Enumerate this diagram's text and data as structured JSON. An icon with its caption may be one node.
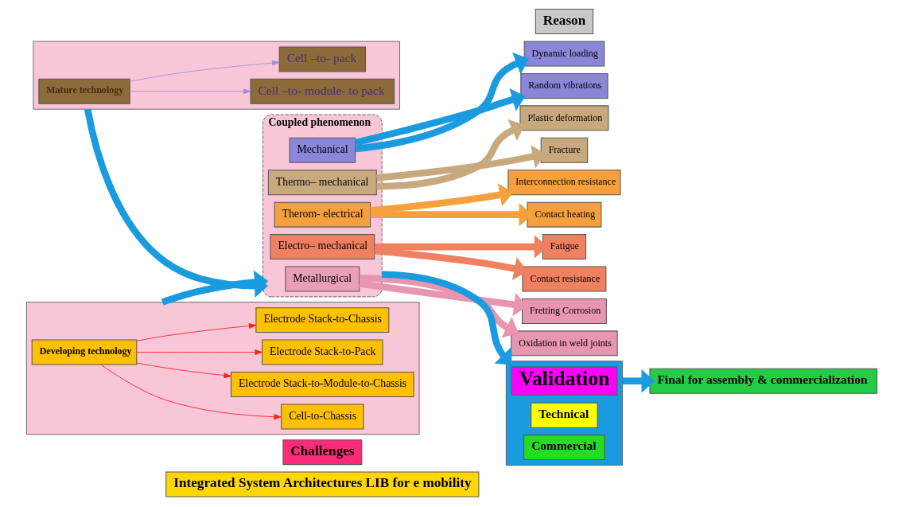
{
  "diagram": {
    "nodes": [
      {
        "text": [
          "Integrated System Architectures LIB for e mobility"
        ]
      },
      {
        "text": [
          "Challenges"
        ]
      },
      {
        "text": [
          "Reason"
        ]
      },
      {
        "text": [],
        "shape": "box"
      },
      {
        "text": [
          "Mature technology"
        ],
        "in": 3
      },
      {
        "text": [
          "Cell –to- module- to pack"
        ],
        "in": 3
      },
      {
        "text": [
          "Cell –to- pack"
        ],
        "in": 3
      },
      {
        "text": [],
        "shape": "box"
      },
      {
        "text": [
          "Developing technology"
        ],
        "in": 7
      },
      {
        "text": [
          "Cell-to-Chassis"
        ],
        "in": 7
      },
      {
        "text": [
          "Electrode Stack-to-Module-to-Chassis"
        ],
        "in": 7
      },
      {
        "text": [
          "Electrode Stack-to-Pack"
        ],
        "in": 7
      },
      {
        "text": [
          "Electrode Stack-to-Chassis"
        ],
        "in": 7
      },
      {
        "text": [
          "Coupled phenomenon"
        ]
      },
      {
        "text": [
          "Mechanical"
        ],
        "in": 13
      },
      {
        "text": [
          "Thermo– mechanical"
        ],
        "in": 13
      },
      {
        "text": [
          "Therom- electrical"
        ],
        "in": 13
      },
      {
        "text": [
          "Electro– mechanical"
        ],
        "in": 13
      },
      {
        "text": [
          "Metallurgical"
        ],
        "in": 13
      },
      {
        "text": [
          "Dynamic loading"
        ]
      },
      {
        "text": [
          "Random vibrations"
        ]
      },
      {
        "text": [
          "Plastic deformation"
        ]
      },
      {
        "text": [
          "Fracture"
        ]
      },
      {
        "text": [
          "Interconnection resistance"
        ]
      },
      {
        "text": [
          "Contact heating"
        ]
      },
      {
        "text": [
          "Fatigue"
        ]
      },
      {
        "text": [
          "Contact resistance"
        ]
      },
      {
        "text": [
          "Fretting Corrosion"
        ]
      },
      {
        "text": [
          "Oxidation in weld joints"
        ]
      },
      {
        "text": [],
        "shape": "box"
      },
      {
        "text": [
          "Validation"
        ],
        "in": 29
      },
      {
        "text": [
          "Technical"
        ],
        "in": 29
      },
      {
        "text": [
          "Commercial"
        ],
        "in": 29
      },
      {
        "text": [
          "Final for assembly & commercialization"
        ]
      }
    ],
    "edges": [
      {
        "from": 4,
        "to": 5,
        "arrow": "to",
        "color": "#9a8fd8"
      },
      {
        "from": 4,
        "to": 6,
        "arrow": "to",
        "color": "#9a8fd8"
      },
      {
        "from": 8,
        "to": 9,
        "arrow": "to",
        "color": "#ff2020"
      },
      {
        "from": 8,
        "to": 10,
        "arrow": "to",
        "color": "#ff2020"
      },
      {
        "from": 8,
        "to": 11,
        "arrow": "to",
        "color": "#ff2020"
      },
      {
        "from": 8,
        "to": 12,
        "arrow": "to",
        "color": "#ff2020"
      },
      {
        "from": 3,
        "to": 13,
        "arrow": "to"
      },
      {
        "from": 7,
        "to": 13,
        "arrow": "to"
      },
      {
        "from": 14,
        "to": 19,
        "arrow": "to"
      },
      {
        "from": 14,
        "to": 20,
        "arrow": "to"
      },
      {
        "from": 15,
        "to": 21,
        "arrow": "to",
        "color": "#c8a97e"
      },
      {
        "from": 15,
        "to": 22,
        "arrow": "to",
        "color": "#c8a97e"
      },
      {
        "from": 16,
        "to": 23,
        "arrow": "to",
        "color": "#f5a03c"
      },
      {
        "from": 16,
        "to": 24,
        "arrow": "to",
        "color": "#f5a03c"
      },
      {
        "from": 17,
        "to": 25,
        "arrow": "to",
        "color": "#f08060"
      },
      {
        "from": 17,
        "to": 26,
        "arrow": "to",
        "color": "#f08060"
      },
      {
        "from": 18,
        "to": 27,
        "arrow": "to",
        "color": "#e895b0"
      },
      {
        "from": 18,
        "to": 28,
        "arrow": "to",
        "color": "#e895b0"
      },
      {
        "from": 13,
        "to": 29,
        "arrow": "to"
      },
      {
        "from": 29,
        "to": 33,
        "arrow": "to"
      }
    ]
  }
}
